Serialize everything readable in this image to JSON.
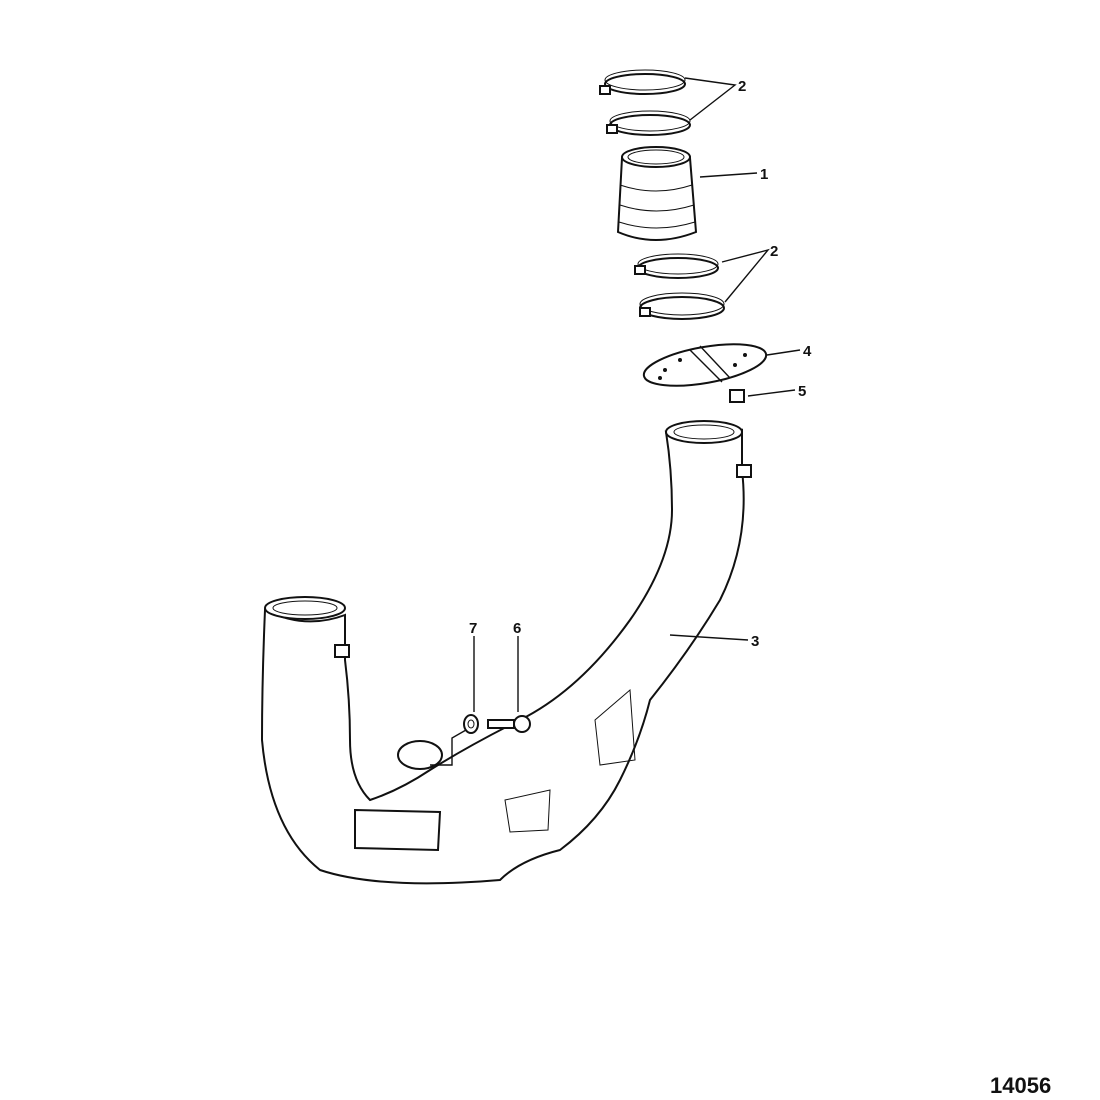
{
  "callouts": [
    {
      "id": "clamp-top",
      "label": "2"
    },
    {
      "id": "hose",
      "label": "1"
    },
    {
      "id": "clamp-bottom",
      "label": "2"
    },
    {
      "id": "flapper-valve",
      "label": "4"
    },
    {
      "id": "spacer",
      "label": "5"
    },
    {
      "id": "exhaust-pipe",
      "label": "3"
    },
    {
      "id": "washer",
      "label": "7"
    },
    {
      "id": "screw",
      "label": "6"
    }
  ],
  "figure_number": "14056"
}
